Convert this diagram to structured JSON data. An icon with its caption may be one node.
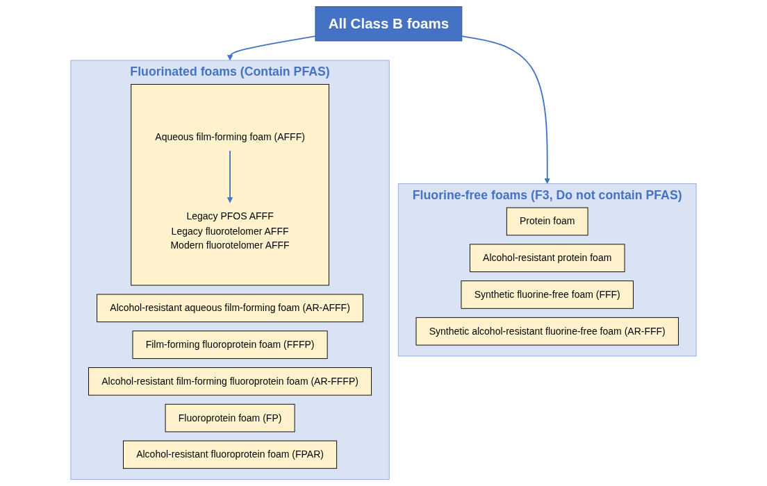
{
  "diagram": {
    "nodes": [
      {
        "text": [
          "All Class B foams"
        ]
      },
      {
        "text": [
          "Fluorinated foams (Contain PFAS)"
        ]
      },
      {
        "text": [],
        "shape": "box",
        "in": 1
      },
      {
        "text": [
          "Aqueous film-forming foam (AFFF)"
        ],
        "in": 2
      },
      {
        "text": [
          "Legacy PFOS AFFF",
          "Legacy fluorotelomer AFFF",
          "Modern fluorotelomer AFFF"
        ],
        "in": 2
      },
      {
        "text": [
          "Alcohol-resistant aqueous film-forming foam (AR-AFFF)"
        ],
        "in": 1
      },
      {
        "text": [
          "Film-forming fluoroprotein foam (FFFP)"
        ],
        "in": 1
      },
      {
        "text": [
          "Alcohol-resistant film-forming fluoroprotein foam (AR-FFFP)"
        ],
        "in": 1
      },
      {
        "text": [
          "Fluoroprotein foam (FP)"
        ],
        "in": 1
      },
      {
        "text": [
          "Alcohol-resistant fluoroprotein foam (FPAR)"
        ],
        "in": 1
      },
      {
        "text": [
          "Fluorine-free foams (F3, Do not contain PFAS)"
        ]
      },
      {
        "text": [
          "Protein foam"
        ],
        "in": 10
      },
      {
        "text": [
          "Alcohol-resistant protein foam"
        ],
        "in": 10
      },
      {
        "text": [
          "Synthetic fluorine-free foam (FFF)"
        ],
        "in": 10
      },
      {
        "text": [
          "Synthetic alcohol-resistant fluorine-free foam (AR-FFF)"
        ],
        "in": 10
      }
    ],
    "edges": [
      {
        "from": 0,
        "to": 1,
        "arrow": "to"
      },
      {
        "from": 0,
        "to": 10,
        "arrow": "to"
      },
      {
        "from": 3,
        "to": 4,
        "arrow": "to"
      }
    ]
  }
}
